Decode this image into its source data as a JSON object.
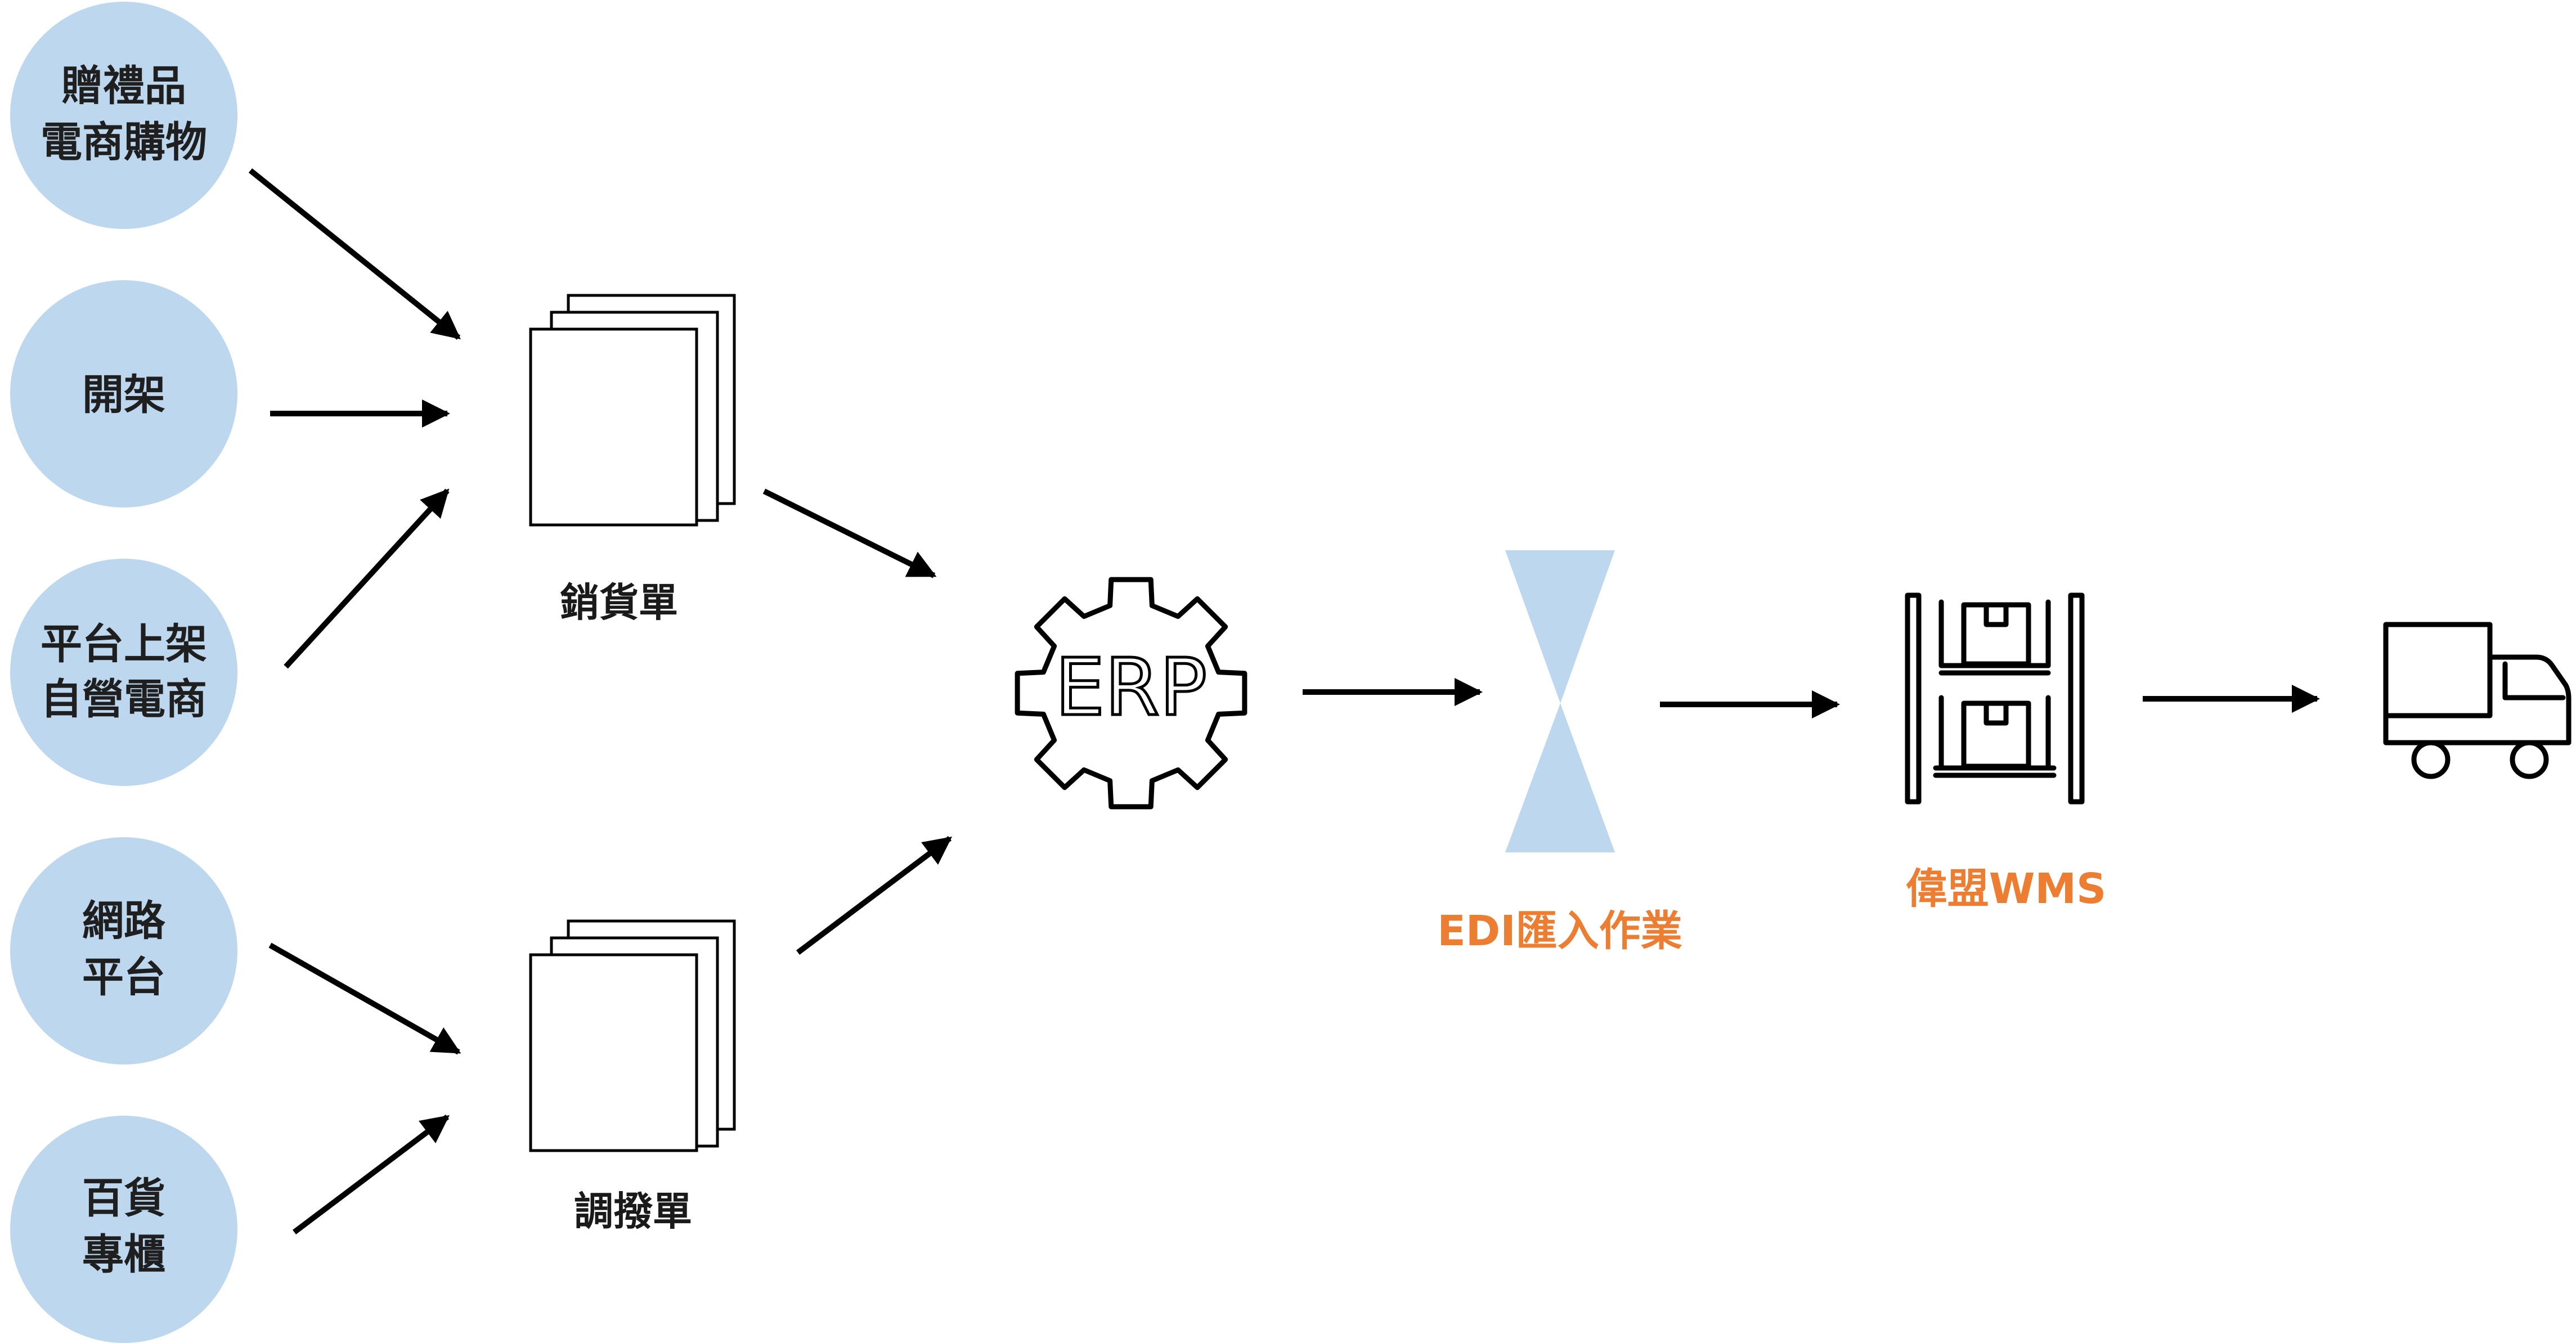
{
  "colors": {
    "source_circle": "#bdd7ee",
    "hourglass": "#bdd7ee",
    "highlight_label": "#ed7d31",
    "arrow": "#000000"
  },
  "sources": [
    {
      "line1": "贈禮品",
      "line2": "電商購物"
    },
    {
      "line1": "開架",
      "line2": ""
    },
    {
      "line1": "平台上架",
      "line2": "自營電商"
    },
    {
      "line1": "網路",
      "line2": "平台"
    },
    {
      "line1": "百貨",
      "line2": "專櫃"
    }
  ],
  "documents": {
    "sales_order": "銷貨單",
    "transfer_order": "調撥單"
  },
  "erp": {
    "icon": "gear-icon",
    "label": "ERP"
  },
  "edi": {
    "icon": "hourglass-icon",
    "label": "EDI匯入作業"
  },
  "wms": {
    "icon": "warehouse-shelf-icon",
    "label": "偉盟WMS"
  },
  "delivery": {
    "icon": "truck-icon"
  }
}
